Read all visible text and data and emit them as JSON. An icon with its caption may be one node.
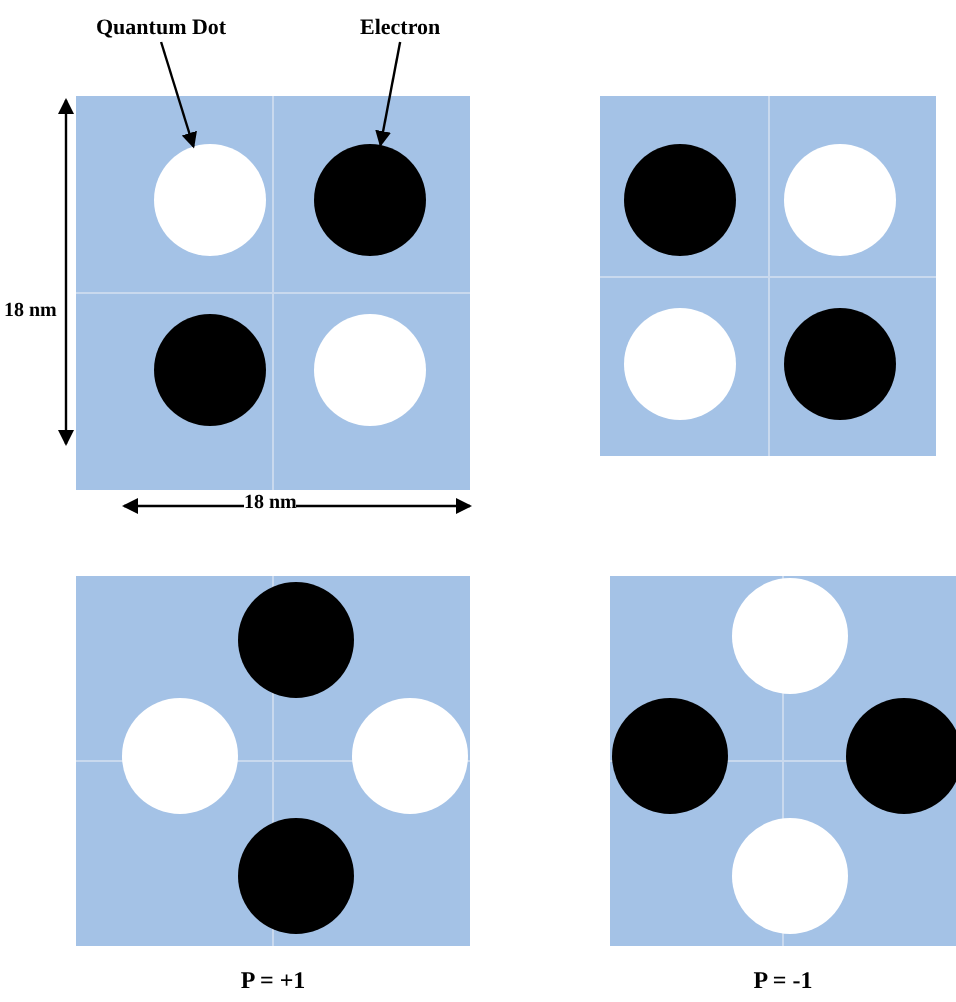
{
  "diagram": {
    "nodes": [
      {
        "text": [
          "Quantum Dot"
        ]
      },
      {
        "text": [
          "Electron"
        ]
      },
      {
        "text": [],
        "shape": "box"
      },
      {
        "text": [],
        "shape": "circle",
        "in": 2
      },
      {
        "text": [],
        "shape": "circle",
        "in": 2
      },
      {
        "text": [],
        "shape": "circle",
        "in": 2
      },
      {
        "text": [],
        "shape": "circle",
        "in": 2
      },
      {
        "text": [],
        "shape": "box"
      },
      {
        "text": [],
        "shape": "circle",
        "in": 7
      },
      {
        "text": [],
        "shape": "circle",
        "in": 7
      },
      {
        "text": [],
        "shape": "circle",
        "in": 7
      },
      {
        "text": [],
        "shape": "circle",
        "in": 7
      },
      {
        "text": [],
        "shape": "box",
        "beside": [
          "P = +1"
        ]
      },
      {
        "text": [],
        "shape": "circle",
        "in": 12
      },
      {
        "text": [],
        "shape": "circle",
        "in": 12
      },
      {
        "text": [],
        "shape": "circle",
        "in": 12
      },
      {
        "text": [],
        "shape": "circle",
        "in": 12
      },
      {
        "text": [],
        "shape": "box",
        "beside": [
          "P = -1"
        ]
      },
      {
        "text": [],
        "shape": "circle",
        "in": 17
      },
      {
        "text": [],
        "shape": "circle",
        "in": 17
      },
      {
        "text": [],
        "shape": "circle",
        "in": 17
      },
      {
        "text": [],
        "shape": "circle",
        "in": 17
      }
    ],
    "edges": [
      {
        "from": 0,
        "to": 3,
        "arrow": "to"
      },
      {
        "from": 1,
        "to": 4,
        "arrow": "to"
      }
    ],
    "labels": [
      "18 nm",
      "18 nm"
    ]
  }
}
